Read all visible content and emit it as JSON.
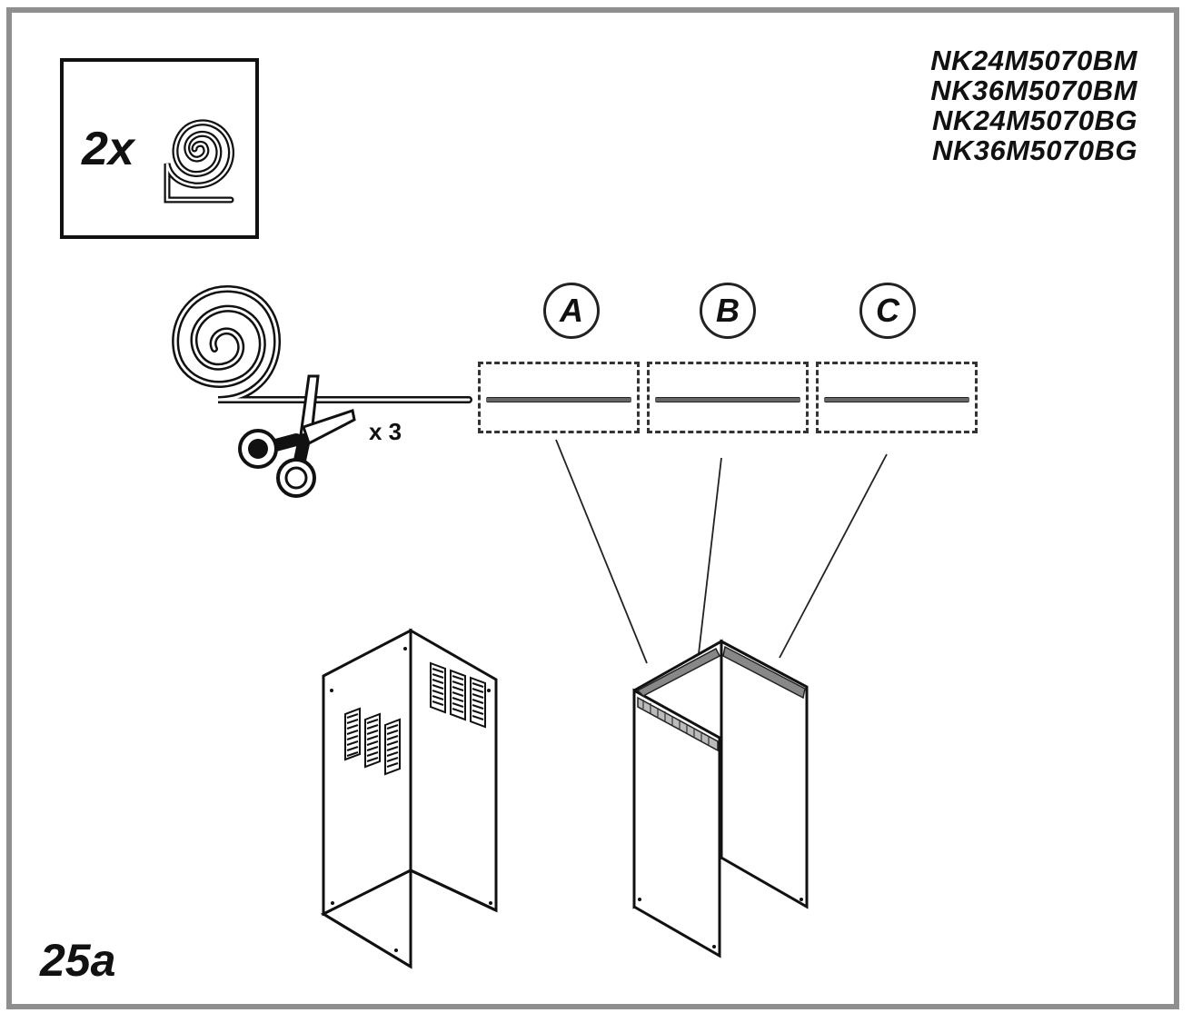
{
  "models": [
    "NK24M5070BM",
    "NK36M5070BM",
    "NK24M5070BG",
    "NK36M5070BG"
  ],
  "quantity_label": "2x",
  "cut_count": "x 3",
  "strips": [
    {
      "label": "A"
    },
    {
      "label": "B"
    },
    {
      "label": "C"
    }
  ],
  "figure_number": "25a"
}
